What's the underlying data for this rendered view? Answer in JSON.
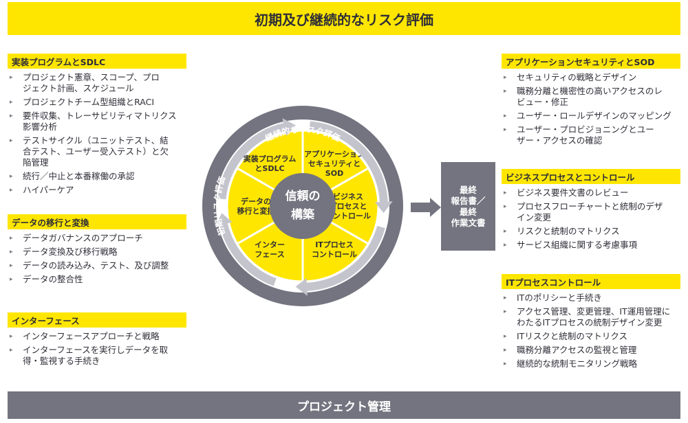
{
  "title": "初期及び継続的なリスク評価",
  "footer": "プロジェクト管理",
  "left_panels": [
    {
      "heading": "実装プログラムとSDLC",
      "items": [
        [
          "プロジェクト憲章、スコープ、プロ",
          "ジェクト計画、スケジュール"
        ],
        [
          "プロジェクトチーム型組織とRACI"
        ],
        [
          "要件収集、トレーサビリティマトリクス",
          "影響分析"
        ],
        [
          "テストサイクル（ユニットテスト、結",
          "合テスト、ユーザー受入テスト）と欠",
          "陥管理"
        ],
        [
          "続行／中止と本番稼働の承認"
        ],
        [
          "ハイパーケア"
        ]
      ]
    },
    {
      "heading": "データの移行と変換",
      "items": [
        [
          "データガバナンスのアプローチ"
        ],
        [
          "データ変換及び移行戦略"
        ],
        [
          "データの読み込み、テスト、及び調整"
        ],
        [
          "データの整合性"
        ]
      ]
    },
    {
      "heading": "インターフェース",
      "items": [
        [
          "インターフェースアプローチと戦略"
        ],
        [
          "インターフェースを実行しデータを取",
          "得・監視する手続き"
        ]
      ]
    }
  ],
  "right_panels": [
    {
      "heading": "アプリケーションセキュリティとSOD",
      "items": [
        [
          "セキュリティの戦略とデザイン"
        ],
        [
          "職務分離と機密性の高いアクセスのレ",
          "ビュー・修正"
        ],
        [
          "ユーザー・ロールデザインのマッピング"
        ],
        [
          "ユーザー・プロビジョニングとユー",
          "ザー・アクセスの確認"
        ]
      ]
    },
    {
      "heading": "ビジネスプロセスとコントロール",
      "items": [
        [
          "ビジネス要件文書のレビュー"
        ],
        [
          "プロセスフローチャートと統制のデザ",
          "イン変更"
        ],
        [
          "リスクと統制のマトリクス"
        ],
        [
          "サービス組織に関する考慮事項"
        ]
      ]
    },
    {
      "heading": "ITプロセスコントロール",
      "items": [
        [
          "ITのポリシーと手続き"
        ],
        [
          "アクセス管理、変更管理、IT運用管理に",
          "わたるITプロセスの統制デザイン変更"
        ],
        [
          "ITリスクと統制のマトリクス"
        ],
        [
          "職務分離アクセスの監視と管理"
        ],
        [
          "継続的な統制モニタリング戦略"
        ]
      ]
    }
  ],
  "wheel": {
    "outer_ring_top": "継続的なリスク評価",
    "outer_ring_left": "初期リスク評価",
    "center": [
      "信頼の",
      "構築"
    ],
    "segments": [
      [
        "実装プログラム",
        "とSDLC"
      ],
      [
        "アプリケーション",
        "セキュリティと",
        "SOD"
      ],
      [
        "ビジネス",
        "プロセスと",
        "コントロール"
      ],
      [
        "ITプロセス",
        "コントロール"
      ],
      [
        "インター",
        "フェース"
      ],
      [
        "データの",
        "移行と変換"
      ]
    ]
  },
  "final_box": [
    "最終",
    "報告書／",
    "最終",
    "作業文書"
  ],
  "colors": {
    "yellow": "#ffe600",
    "dark_gray": "#747480",
    "light_gray": "#c4c4cd",
    "text": "#2e2e38"
  }
}
